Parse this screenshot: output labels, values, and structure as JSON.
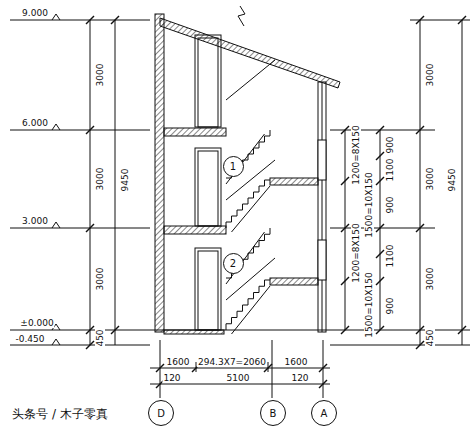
{
  "diagram": {
    "nodes": [
      {
        "text": [
          "D"
        ]
      },
      {
        "text": [
          "B"
        ]
      },
      {
        "text": [
          "A"
        ]
      },
      {
        "text": [
          "1"
        ]
      },
      {
        "text": [
          "2"
        ]
      }
    ],
    "labels": [
      "9.000",
      "6.000",
      "3.000",
      "±0.000",
      "-0.450",
      "3000",
      "3000",
      "3000",
      "9450",
      "450",
      "3000",
      "3000",
      "3000",
      "9450",
      "450",
      "1200=8X150",
      "1500=10X150",
      "1200=8X150",
      "1500=10X150",
      "900",
      "1100",
      "900",
      "1100",
      "900",
      "1600",
      "294.3X7=2060",
      "1600",
      "120",
      "5100",
      "120",
      "头条号 / 木子零真"
    ]
  }
}
